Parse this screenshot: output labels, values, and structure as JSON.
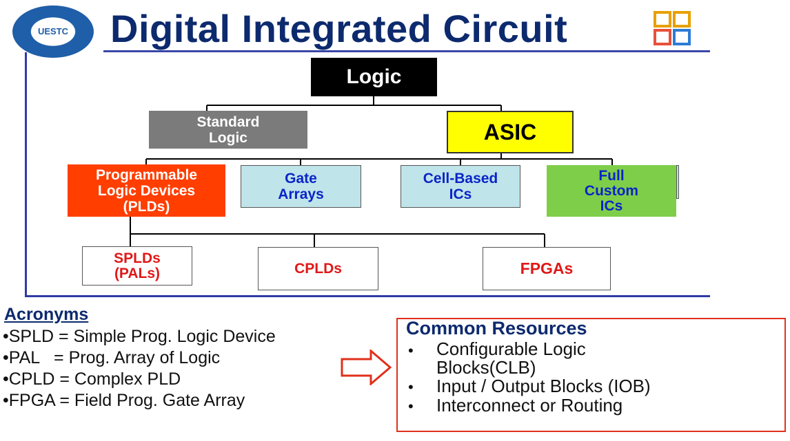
{
  "header": {
    "title": "Digital Integrated Circuit",
    "logo_text": "UESTC"
  },
  "hierarchy": {
    "root": "Logic",
    "standard_logic": "Standard\nLogic",
    "asic": "ASIC",
    "plds": "Programmable\nLogic Devices\n(PLDs)",
    "gate_arrays": "Gate\nArrays",
    "cell_based": "Cell-Based\nICs",
    "full_custom": "Full\nCustom\nICs",
    "splds": "SPLDs\n(PALs)",
    "cplds": "CPLDs",
    "fpgas": "FPGAs"
  },
  "colors": {
    "title": "#0d2a6e",
    "root_box": "#000000",
    "standard_logic_box": "#7b7b7b",
    "asic_box": "#ffff00",
    "plds_box": "#ff3e00",
    "gate_cell_box": "#bfe4ea",
    "full_custom_box": "#7fce4a",
    "leaf_text": "#e01818",
    "arrow": "#e0301a"
  },
  "acronyms": {
    "heading": "Acronyms",
    "items": [
      "•SPLD = Simple Prog. Logic Device",
      "•PAL   = Prog. Array of Logic",
      "•CPLD = Complex PLD",
      "•FPGA = Field Prog. Gate Array"
    ]
  },
  "resources": {
    "heading": "Common Resources",
    "bullet": "•",
    "items": [
      "Configurable Logic\nBlocks(CLB)",
      "Input / Output Blocks (IOB)",
      "Interconnect or Routing"
    ]
  }
}
